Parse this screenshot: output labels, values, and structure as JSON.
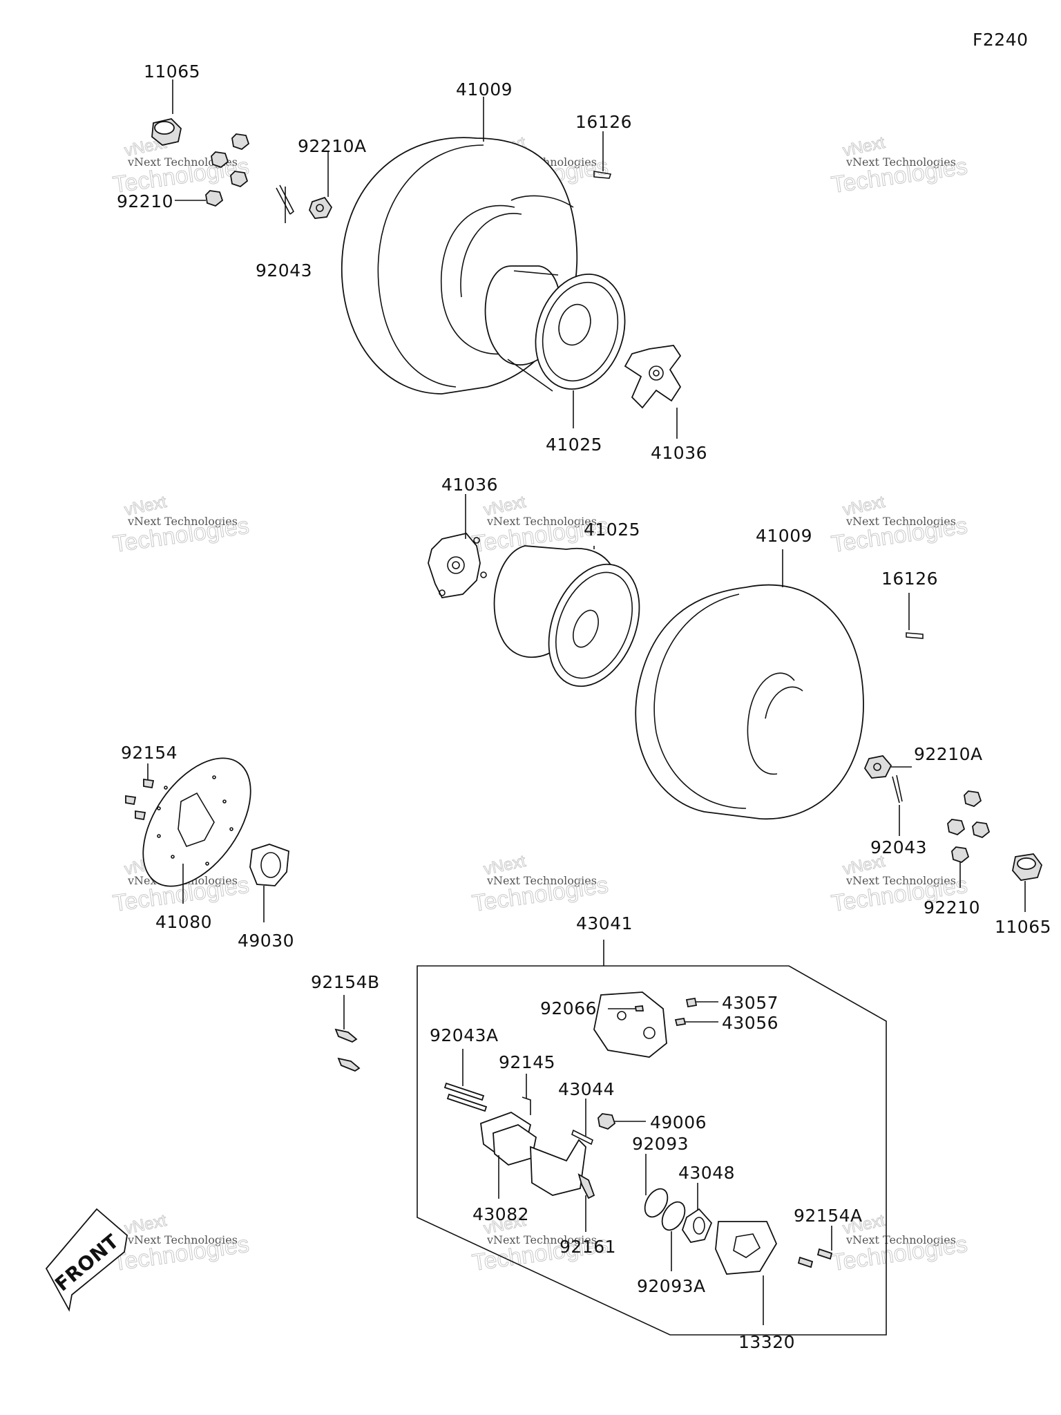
{
  "figure_code": "F2240",
  "front_label": "FRONT",
  "watermark": {
    "line1": "vNext Technologies",
    "line2": "Technologies",
    "line3": "vNext"
  },
  "labels": {
    "p11065_top": "11065",
    "p41009_top": "41009",
    "p16126_top": "16126",
    "p92210A_top": "92210A",
    "p92210_top": "92210",
    "p92043_top": "92043",
    "p41025_top": "41025",
    "p41036_top": "41036",
    "p41036_mid": "41036",
    "p41025_mid": "41025",
    "p41009_mid": "41009",
    "p16126_mid": "16126",
    "p92210A_mid": "92210A",
    "p92043_mid": "92043",
    "p92210_mid": "92210",
    "p11065_mid": "11065",
    "p92154": "92154",
    "p41080": "41080",
    "p49030": "49030",
    "p43041": "43041",
    "p92154B": "92154B",
    "p92066": "92066",
    "p43057": "43057",
    "p43056": "43056",
    "p92043A": "92043A",
    "p92145": "92145",
    "p43044": "43044",
    "p49006": "49006",
    "p92093": "92093",
    "p43048": "43048",
    "p43082": "43082",
    "p92161": "92161",
    "p92154A": "92154A",
    "p92093A": "92093A",
    "p13320": "13320"
  }
}
